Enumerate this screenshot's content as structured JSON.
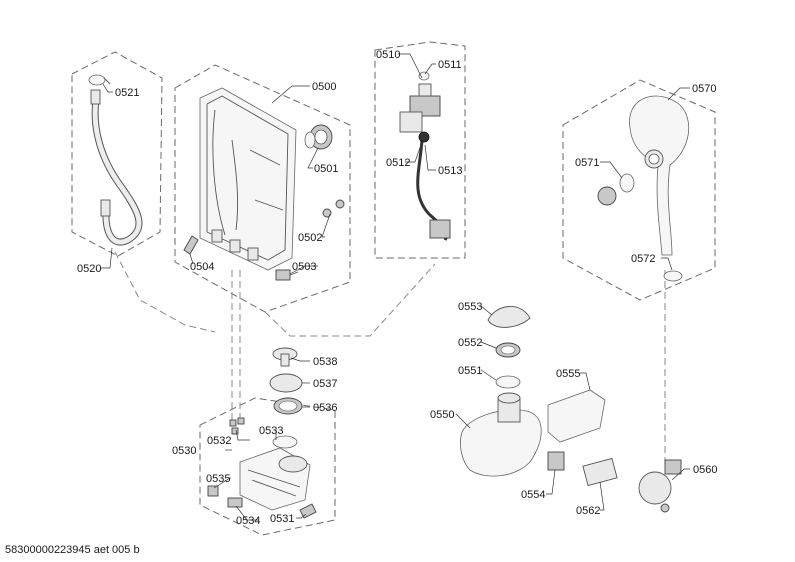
{
  "diagram": {
    "labels": {
      "p0500": "0500",
      "p0501": "0501",
      "p0502": "0502",
      "p0503": "0503",
      "p0504": "0504",
      "p0510": "0510",
      "p0511": "0511",
      "p0512": "0512",
      "p0513": "0513",
      "p0520": "0520",
      "p0521": "0521",
      "p0530": "0530",
      "p0531": "0531",
      "p0532": "0532",
      "p0533": "0533",
      "p0534": "0534",
      "p0535": "0535",
      "p0536": "0536",
      "p0537": "0537",
      "p0538": "0538",
      "p0550": "0550",
      "p0551": "0551",
      "p0552": "0552",
      "p0553": "0553",
      "p0554": "0554",
      "p0555": "0555",
      "p0560": "0560",
      "p0562": "0562",
      "p0570": "0570",
      "p0571": "0571",
      "p0572": "0572"
    },
    "footer": "58300000223945 aet 005 b"
  }
}
